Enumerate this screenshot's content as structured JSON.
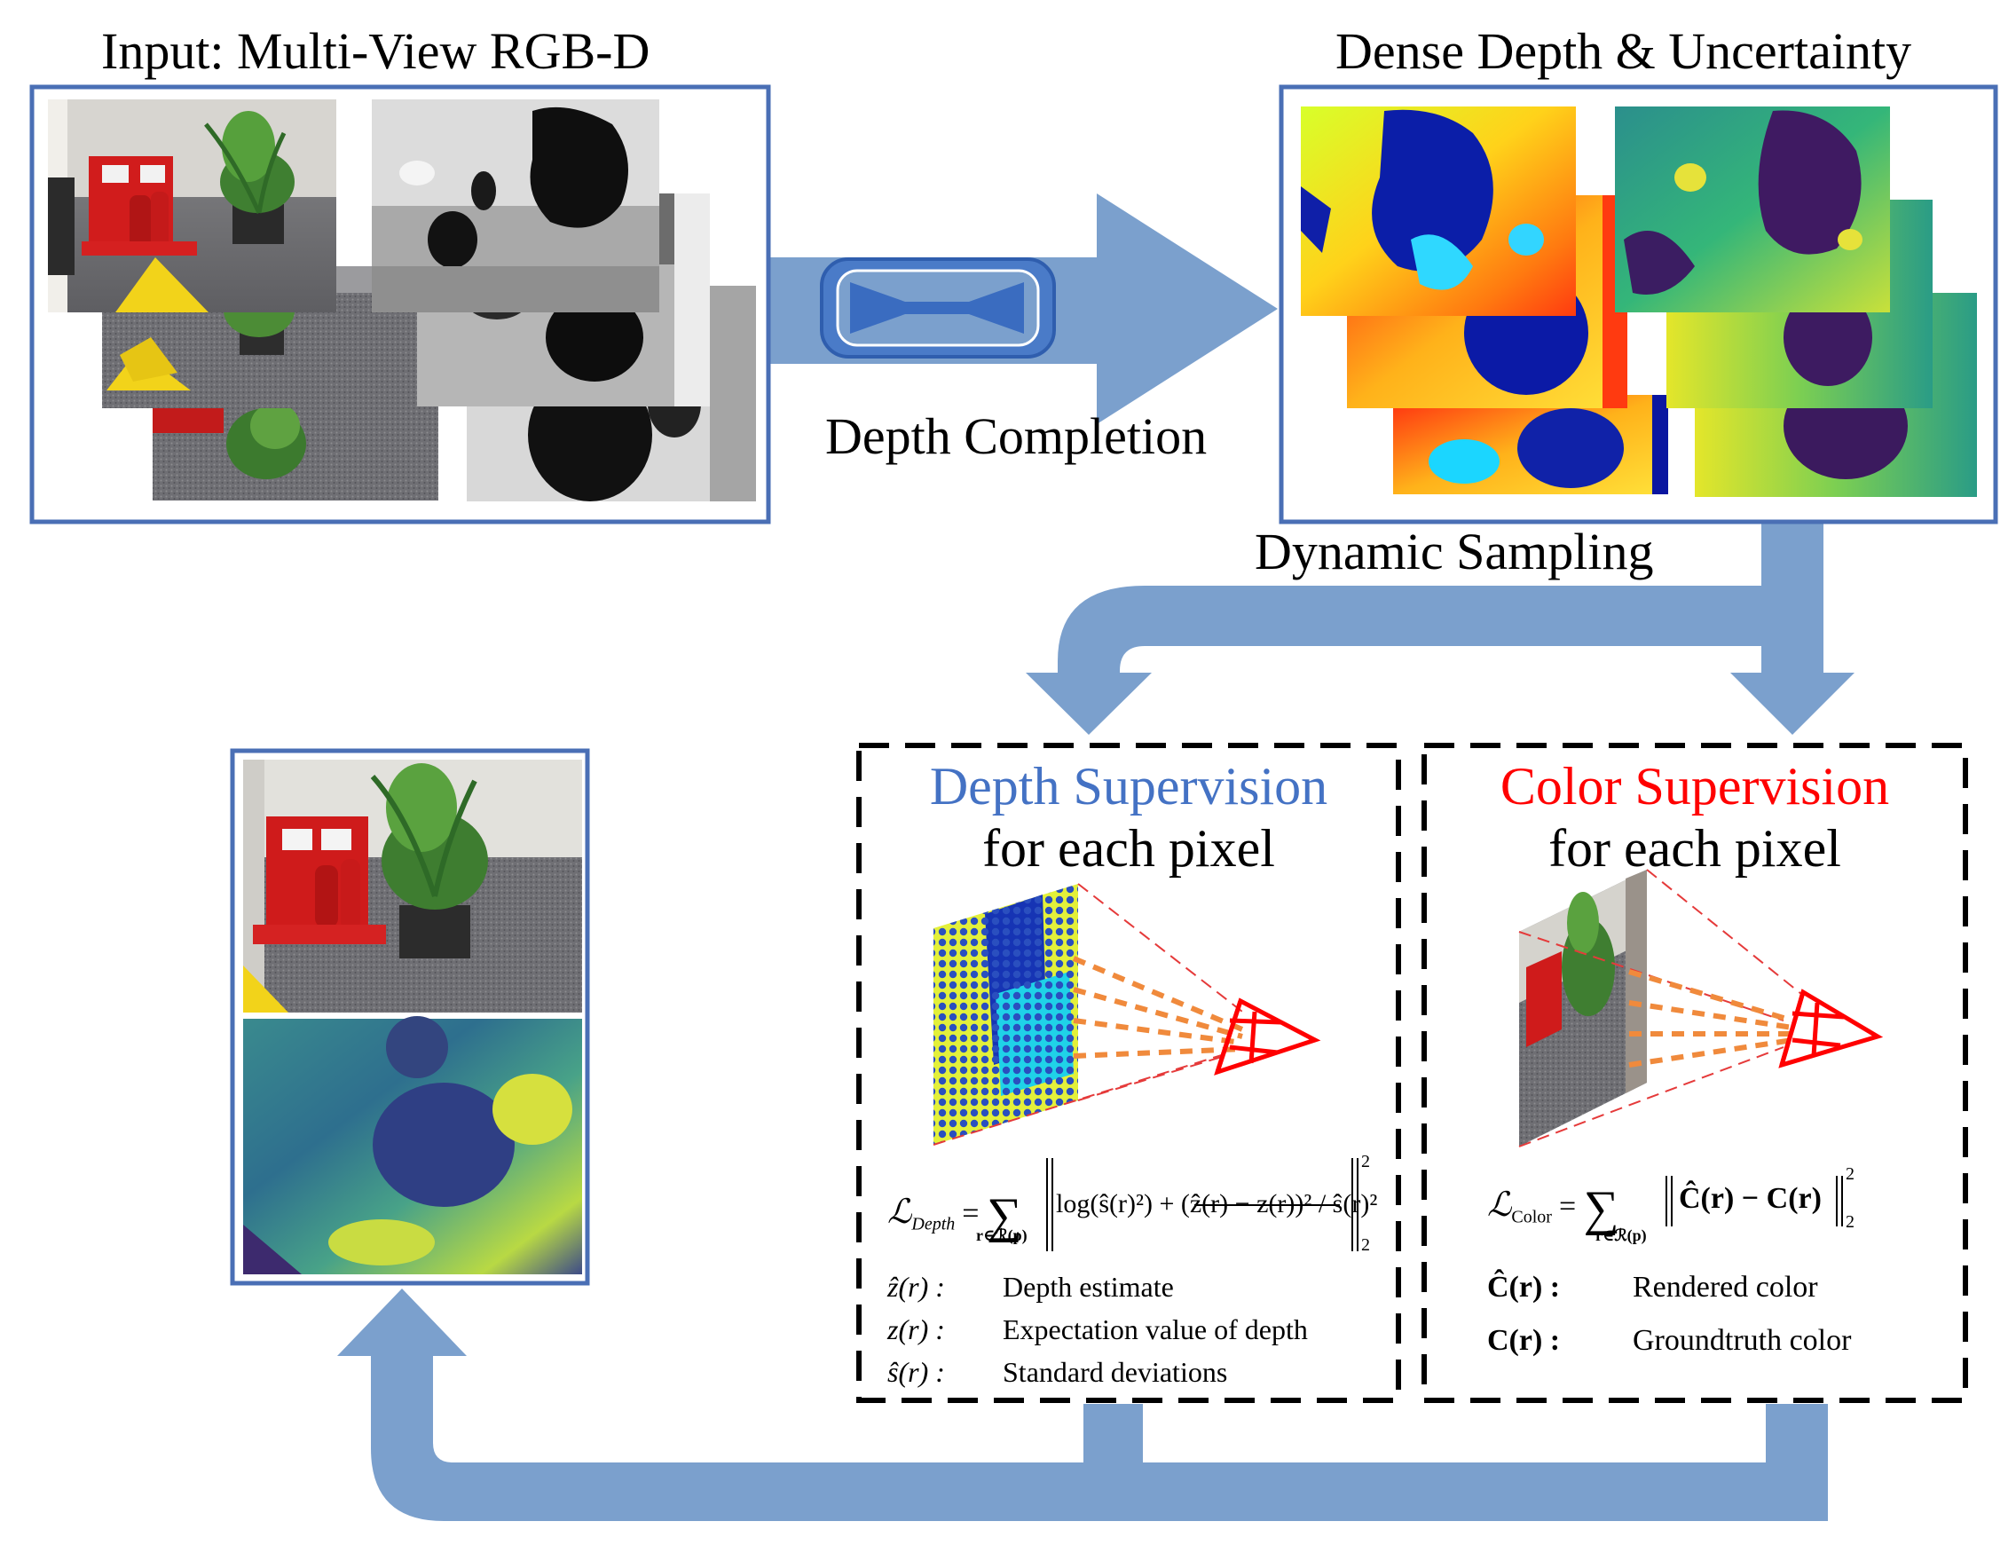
{
  "titles": {
    "input": "Input: Multi-View RGB-D",
    "dense": "Dense Depth & Uncertainty",
    "depth_completion": "Depth Completion",
    "dynamic_sampling": "Dynamic Sampling"
  },
  "depth_panel": {
    "heading": "Depth Supervision",
    "subheading": "for each pixel",
    "equation": {
      "lhs": "ℒ",
      "lhs_sub": "Depth",
      "sum_sub": "r∈ℛ(p)",
      "body": "log(ŝ(r)²) + (ẑ(r) − z(r))² / ŝ(r)²",
      "norm_sub": "2",
      "norm_sup": "2"
    },
    "definitions": [
      {
        "symbol": "ẑ(r) :",
        "text": "Depth estimate"
      },
      {
        "symbol": "z(r) :",
        "text": "Expectation value of depth"
      },
      {
        "symbol": "ŝ(r) :",
        "text": "Standard deviations"
      }
    ]
  },
  "color_panel": {
    "heading": "Color Supervision",
    "subheading": "for each pixel",
    "equation": {
      "lhs": "ℒ",
      "lhs_sub": "Color",
      "sum_sub": "r∈ℛ(p)",
      "body": "Ĉ(r) − C(r)",
      "norm_sub": "2",
      "norm_sup": "2"
    },
    "definitions": [
      {
        "symbol": "Ĉ(r) :",
        "text": "Rendered color"
      },
      {
        "symbol": "C(r) :",
        "text": "Groundtruth color"
      }
    ]
  },
  "colors": {
    "arrow": "#7ba0cd",
    "frame": "#4a6fb5",
    "depth_heading": "#4472c4",
    "color_heading": "#ff0000",
    "camera": "#ff0000",
    "rays": "#f08a3c"
  }
}
